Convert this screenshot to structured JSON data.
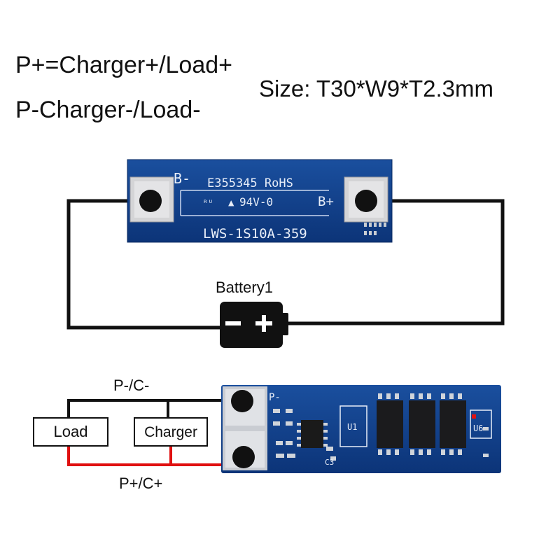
{
  "header": {
    "line1": "P+=Charger+/Load+",
    "line2": "P-Charger-/Load-",
    "size": "Size: T30*W9*T2.3mm"
  },
  "board_top": {
    "b_minus": "B-",
    "b_plus": "B+",
    "cert": "E355345 RoHS",
    "rating": "94V-0",
    "model": "LWS-1S10A-359"
  },
  "battery": {
    "label": "Battery1",
    "minus": "−",
    "plus": "+"
  },
  "wiring": {
    "neg_label": "P-/C-",
    "pos_label": "P+/C+",
    "load": "Load",
    "charger": "Charger"
  },
  "board_bottom": {
    "p_minus": "P-",
    "u1": "U1",
    "u6": "U6",
    "c3": "C3"
  },
  "colors": {
    "pcb_blue": "#0f3f8a",
    "wire_black": "#111111",
    "wire_red": "#e01010",
    "pad": "#d8d8d8"
  }
}
